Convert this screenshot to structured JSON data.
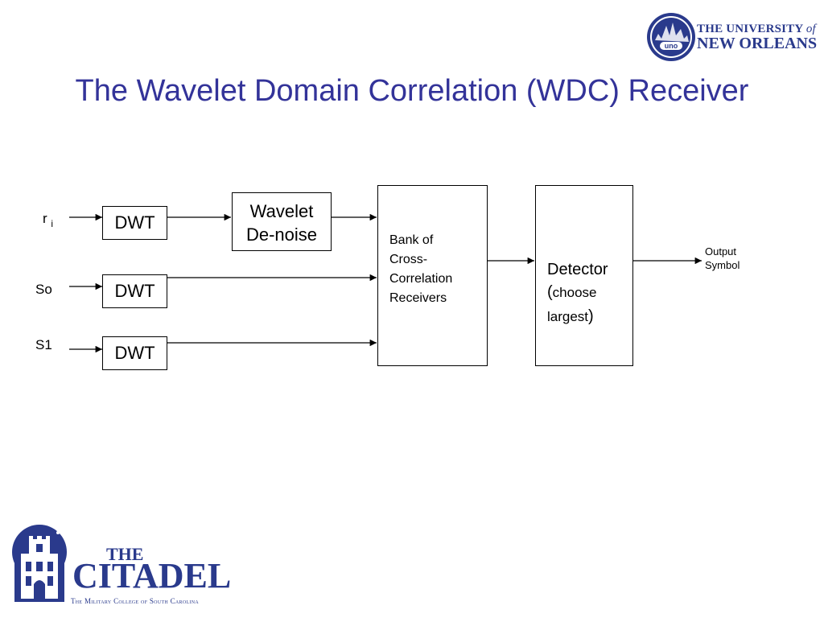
{
  "slide": {
    "title": "The Wavelet Domain Correlation (WDC) Receiver"
  },
  "diagram": {
    "inputs": {
      "r_main": "r",
      "r_sub": "i",
      "s0": "So",
      "s1": "S1"
    },
    "blocks": {
      "dwt_1": "DWT",
      "dwt_2": "DWT",
      "dwt_3": "DWT",
      "denoise_line1": "Wavelet",
      "denoise_line2": "De-noise",
      "bank_line1": "Bank of",
      "bank_line2": "Cross-",
      "bank_line3": "Correlation",
      "bank_line4": "Receivers",
      "detector_line1": "Detector",
      "detector_line2_paren": "(",
      "detector_line2": "choose",
      "detector_line3": "largest",
      "detector_line3_paren": ")"
    },
    "output": {
      "line1": "Output",
      "line2": "Symbol"
    }
  },
  "logos": {
    "uno_line1": "THE UNIVERSITY",
    "uno_of": "of",
    "uno_line2": "NEW ORLEANS",
    "uno_badge": "uno",
    "citadel_the": "THE",
    "citadel_name": "CITADEL",
    "citadel_sub": "The Military College of South Carolina"
  },
  "colors": {
    "title": "#333399",
    "logo": "#2a3a8c"
  }
}
